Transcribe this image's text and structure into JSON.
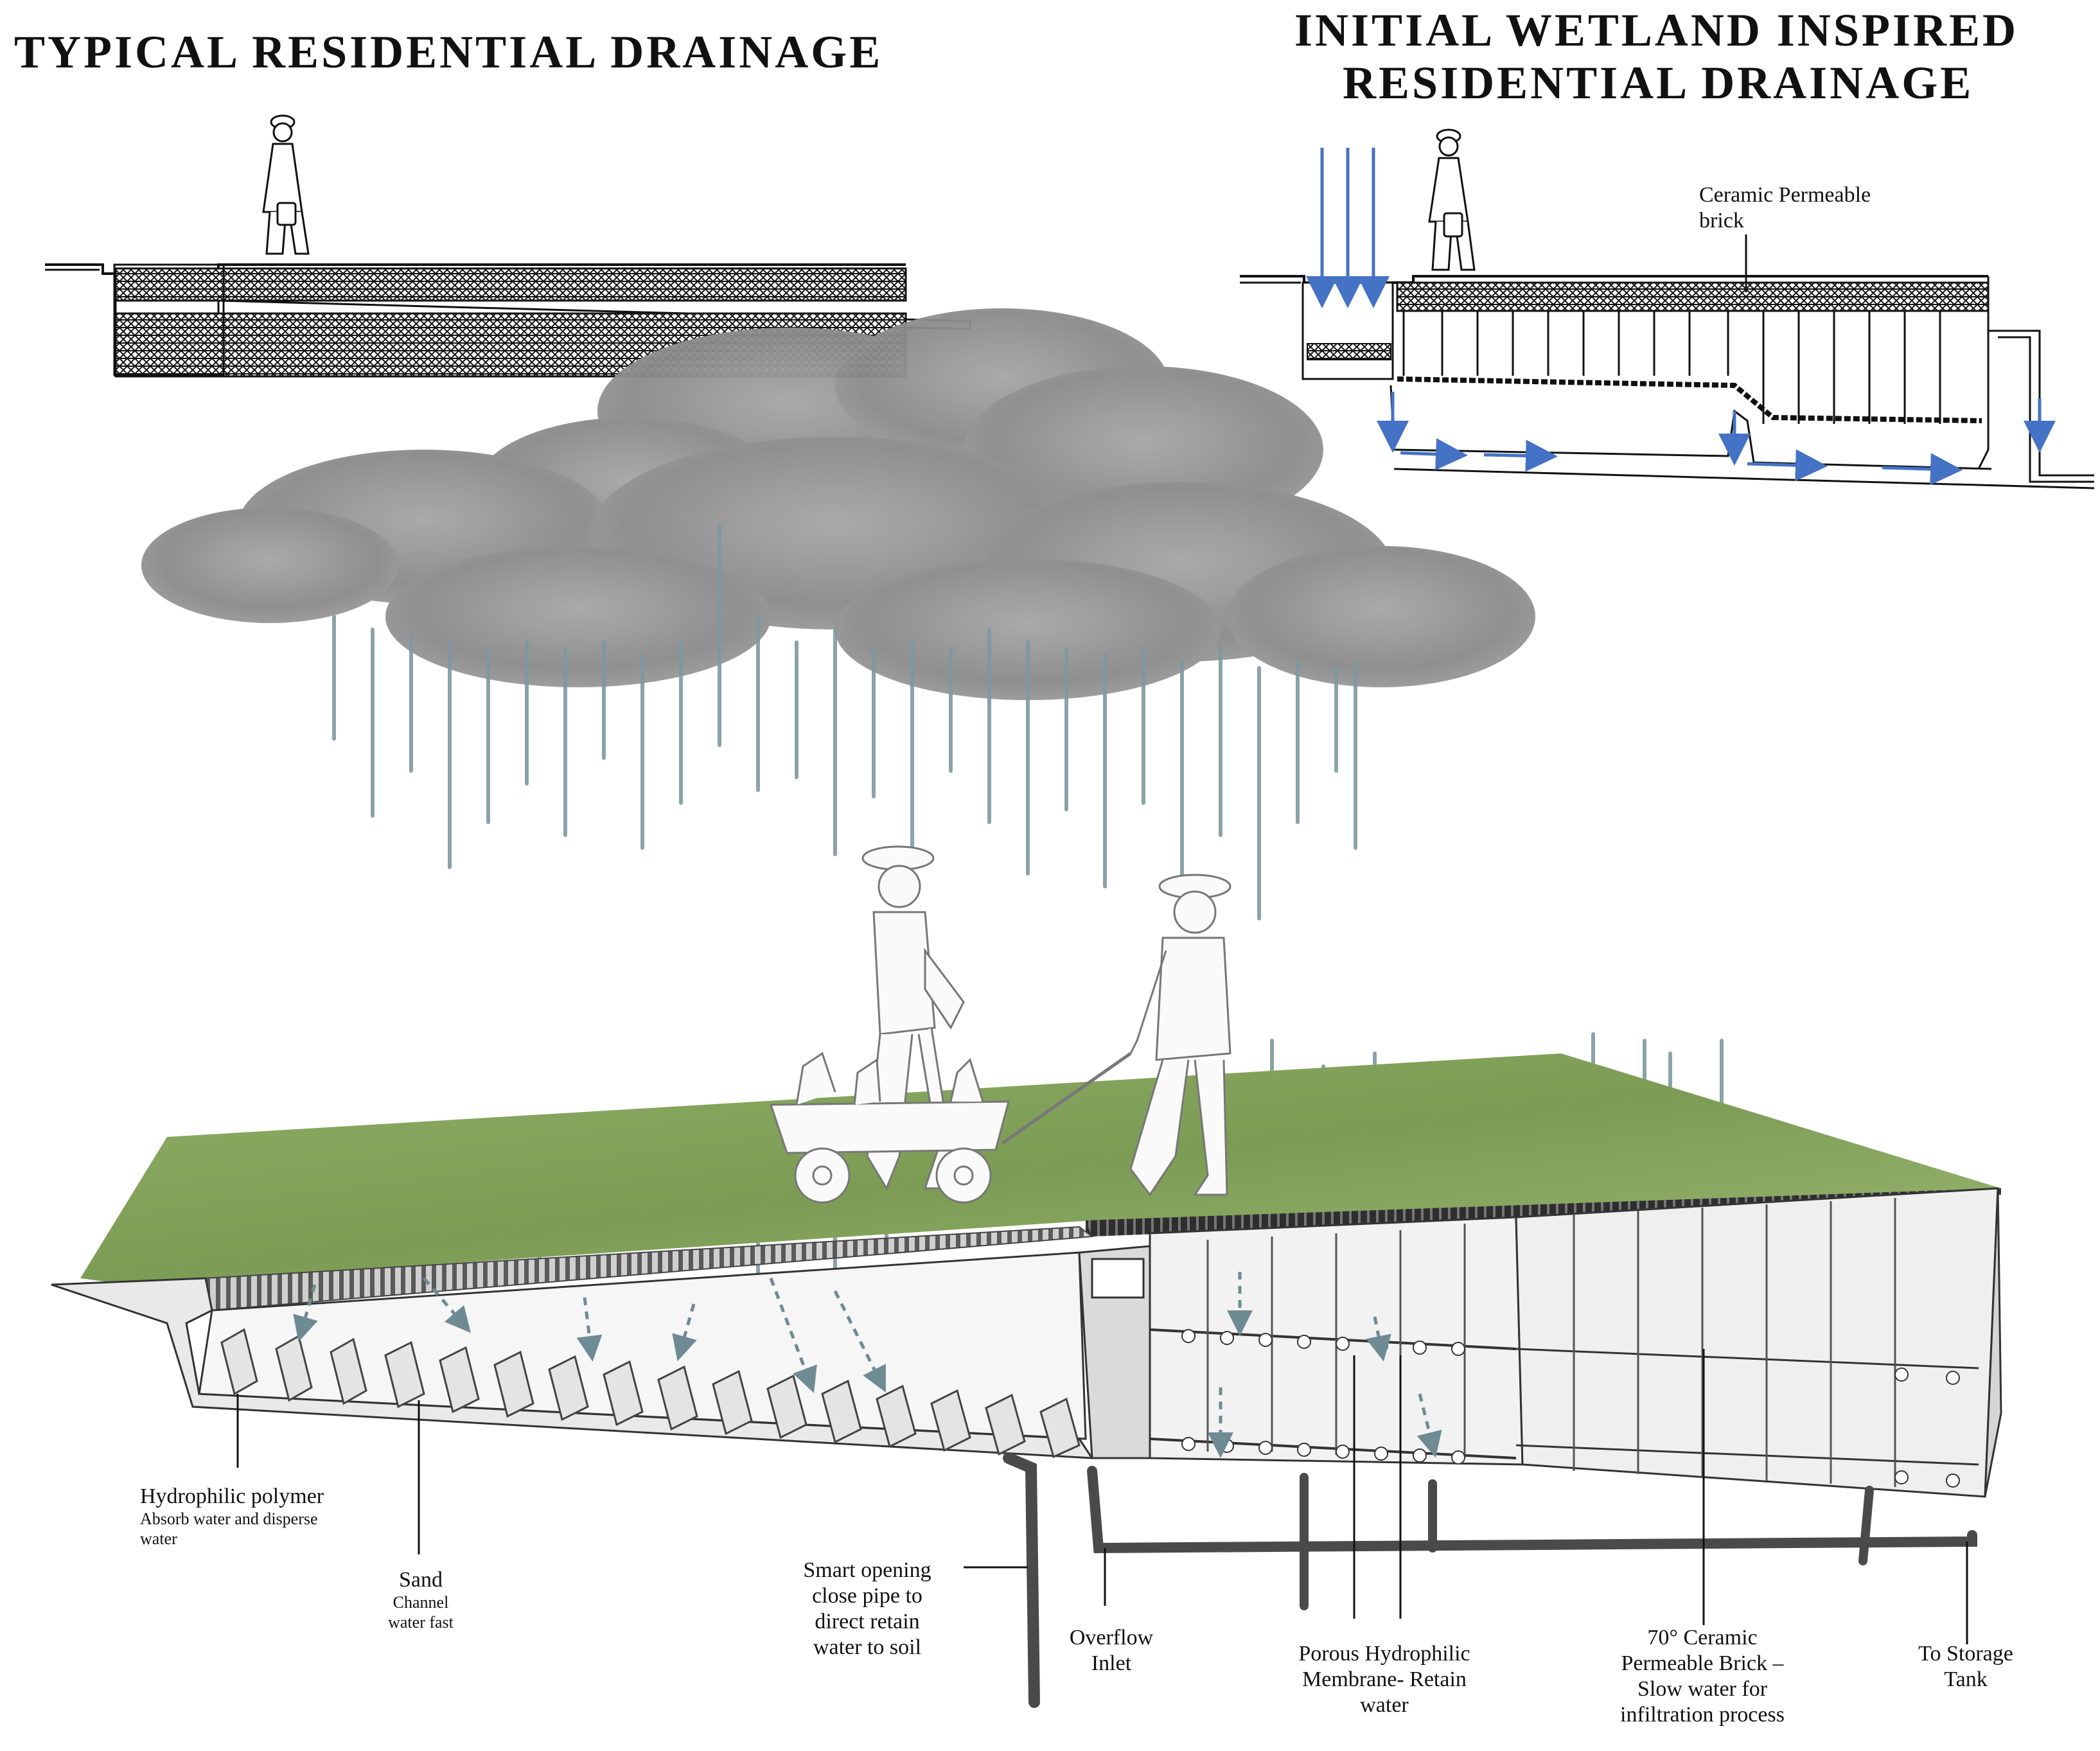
{
  "titles": {
    "typical": "TYPICAL RESIDENTIAL DRAINAGE",
    "wetland_line1": "INITIAL WETLAND INSPIRED",
    "wetland_line2": "RESIDENTIAL DRAINAGE"
  },
  "top_right_label": {
    "line1": "Ceramic Permeable",
    "line2": "brick"
  },
  "labels": {
    "hydrophilic_polymer": {
      "title": "Hydrophilic polymer",
      "desc_line1": "Absorb water and disperse",
      "desc_line2": "water"
    },
    "sand": {
      "title": "Sand",
      "desc_line1": "Channel",
      "desc_line2": "water fast"
    },
    "smart_opening": {
      "line1": "Smart opening",
      "line2": "close pipe to",
      "line3": "direct retain",
      "line4": "water to soil"
    },
    "overflow": {
      "line1": "Overflow",
      "line2": "Inlet"
    },
    "membrane": {
      "line1": "Porous Hydrophilic",
      "line2": "Membrane- Retain",
      "line3": "water"
    },
    "ceramic_brick": {
      "line1": "70° Ceramic",
      "line2": "Permeable Brick –",
      "line3": "Slow water for",
      "line4": "infiltration process"
    },
    "storage": {
      "line1": "To Storage",
      "line2": "Tank"
    }
  },
  "colors": {
    "flow_arrow": "#4472c4",
    "grass": "#7fa05a",
    "cloud": "#8c8c8c",
    "rain": "#7f98a0",
    "pipe": "#4a4a4a"
  }
}
